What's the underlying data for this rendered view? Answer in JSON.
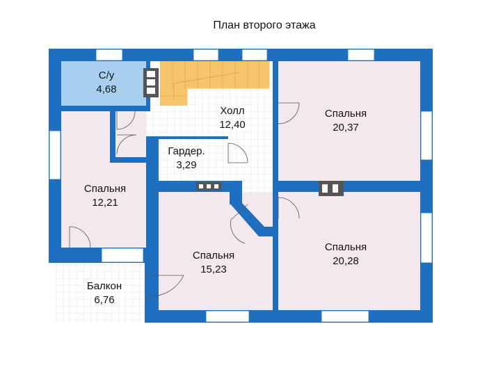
{
  "title": "План второго этажа",
  "rooms": [
    {
      "id": "bathroom",
      "name": "С/у",
      "area": "4,68"
    },
    {
      "id": "hall",
      "name": "Холл",
      "area": "12,40"
    },
    {
      "id": "bedroom-ne",
      "name": "Спальня",
      "area": "20,37"
    },
    {
      "id": "wardrobe",
      "name": "Гардер.",
      "area": "3,29"
    },
    {
      "id": "bedroom-w",
      "name": "Спальня",
      "area": "12,21"
    },
    {
      "id": "bedroom-s",
      "name": "Спальня",
      "area": "15,23"
    },
    {
      "id": "bedroom-se",
      "name": "Спальня",
      "area": "20,28"
    },
    {
      "id": "balcony",
      "name": "Балкон",
      "area": "6,76"
    }
  ],
  "colors": {
    "wall": "#1f6fc0",
    "bathroom_floor": "#a8d0ee",
    "bedroom_floor": "#f3e8ed",
    "stairs": "#f6c46b",
    "tile_grid": "#d7dce3",
    "window": "#ffffff"
  }
}
